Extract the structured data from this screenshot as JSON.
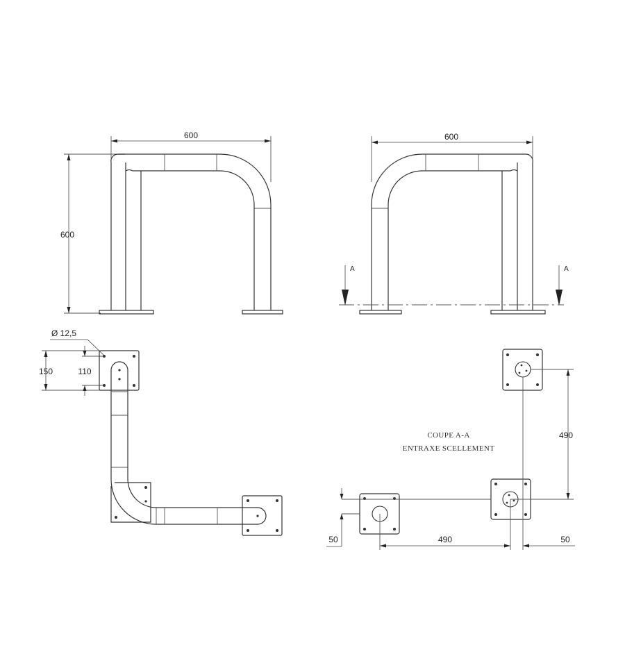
{
  "front_view": {
    "width_label": "600",
    "height_label": "600"
  },
  "side_view": {
    "width_label": "600",
    "section_marker_left": "A",
    "section_marker_right": "A"
  },
  "plan_view": {
    "bolt_diameter_label": "Ø 12,5",
    "plate_size_label": "150",
    "bolt_spacing_label": "110"
  },
  "section_view": {
    "title_line1": "COUPE A-A",
    "title_line2": "ENTRAXE SCELLEMENT",
    "vertical_spacing_label": "490",
    "horizontal_spacing_label": "490",
    "left_offset_label": "50",
    "right_offset_label": "50"
  },
  "colors": {
    "line": "#333333",
    "background": "#ffffff"
  }
}
